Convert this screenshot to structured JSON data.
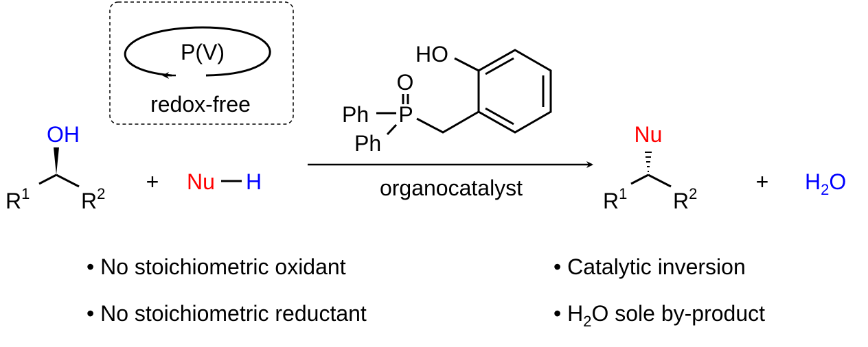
{
  "colors": {
    "blue": "#0000ff",
    "red": "#ff0000",
    "black": "#000000"
  },
  "cycle": {
    "label": "P(V)",
    "caption": "redox-free"
  },
  "reactant": {
    "group": "OH",
    "r1": "R",
    "r1_sup": "1",
    "r2": "R",
    "r2_sup": "2"
  },
  "plus": "+",
  "nucleophile": {
    "nu": "Nu",
    "h": "H"
  },
  "catalyst": {
    "ho": "HO",
    "o": "O",
    "p": "P",
    "ph1": "Ph",
    "ph2": "Ph",
    "label": "organocatalyst"
  },
  "product": {
    "group": "Nu",
    "r1": "R",
    "r1_sup": "1",
    "r2": "R",
    "r2_sup": "2"
  },
  "byproduct": {
    "h": "H",
    "sub": "2",
    "o": "O"
  },
  "bullets_left": [
    "• No stoichiometric oxidant",
    "• No stoichiometric reductant"
  ],
  "bullets_right": [
    "• Catalytic inversion"
  ],
  "bullet_byproduct": {
    "prefix": "• H",
    "sub": "2",
    "suffix": "O sole by-product"
  }
}
